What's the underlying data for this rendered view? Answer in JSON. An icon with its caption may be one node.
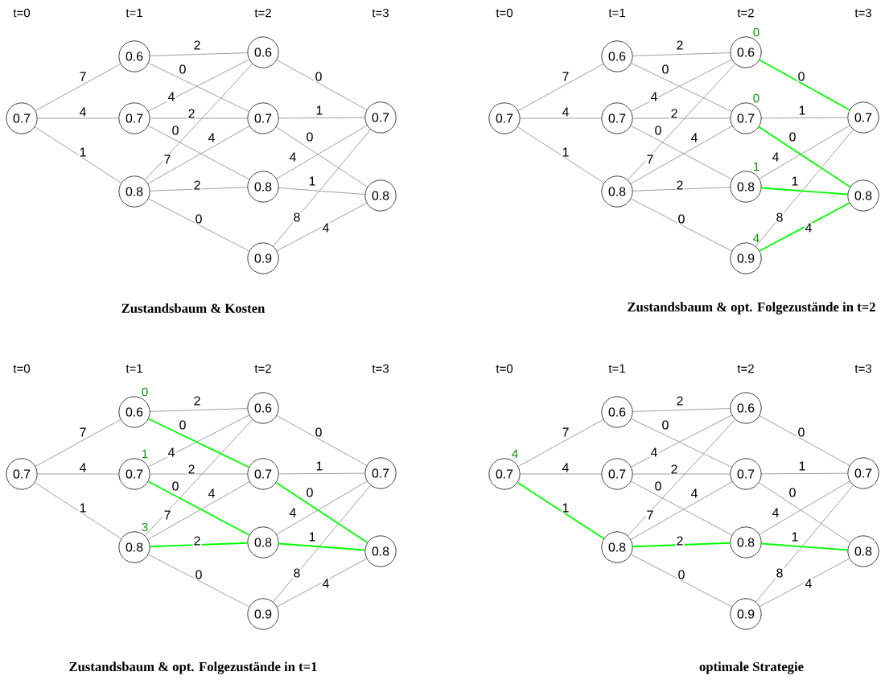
{
  "diagram": {
    "nodes": [
      {
        "text": [
          "0.7"
        ]
      },
      {
        "text": [
          "0.6"
        ]
      },
      {
        "text": [
          "0.7"
        ]
      },
      {
        "text": [
          "0.8"
        ]
      },
      {
        "text": [
          "0.6"
        ]
      },
      {
        "text": [
          "0.7"
        ]
      },
      {
        "text": [
          "0.8"
        ]
      },
      {
        "text": [
          "0.9"
        ]
      },
      {
        "text": [
          "0.7"
        ]
      },
      {
        "text": [
          "0.8"
        ]
      },
      {
        "text": [
          "0.7"
        ]
      },
      {
        "text": [
          "0.6"
        ]
      },
      {
        "text": [
          "0.7"
        ]
      },
      {
        "text": [
          "0.8"
        ]
      },
      {
        "text": [
          "0.6"
        ],
        "beside": [
          "0"
        ]
      },
      {
        "text": [
          "0.7"
        ],
        "beside": [
          "0"
        ]
      },
      {
        "text": [
          "0.8"
        ],
        "beside": [
          "1"
        ]
      },
      {
        "text": [
          "0.9"
        ],
        "beside": [
          "4"
        ]
      },
      {
        "text": [
          "0.7"
        ]
      },
      {
        "text": [
          "0.8"
        ]
      },
      {
        "text": [
          "0.7"
        ]
      },
      {
        "text": [
          "0.6"
        ],
        "beside": [
          "0"
        ]
      },
      {
        "text": [
          "0.7"
        ],
        "beside": [
          "1"
        ]
      },
      {
        "text": [
          "0.8"
        ],
        "beside": [
          "3"
        ]
      },
      {
        "text": [
          "0.6"
        ]
      },
      {
        "text": [
          "0.7"
        ]
      },
      {
        "text": [
          "0.8"
        ]
      },
      {
        "text": [
          "0.9"
        ]
      },
      {
        "text": [
          "0.7"
        ]
      },
      {
        "text": [
          "0.8"
        ]
      },
      {
        "text": [
          "0.7"
        ],
        "beside": [
          "4"
        ]
      },
      {
        "text": [
          "0.6"
        ]
      },
      {
        "text": [
          "0.7"
        ]
      },
      {
        "text": [
          "0.8"
        ]
      },
      {
        "text": [
          "0.6"
        ]
      },
      {
        "text": [
          "0.7"
        ]
      },
      {
        "text": [
          "0.8"
        ]
      },
      {
        "text": [
          "0.9"
        ]
      },
      {
        "text": [
          "0.7"
        ]
      },
      {
        "text": [
          "0.8"
        ]
      }
    ],
    "edges": [
      {
        "from": 0,
        "to": 1,
        "label": "7",
        "arrow": "none"
      },
      {
        "from": 0,
        "to": 2,
        "label": "4",
        "arrow": "none"
      },
      {
        "from": 0,
        "to": 3,
        "label": "1",
        "arrow": "none"
      },
      {
        "from": 1,
        "to": 4,
        "label": "2",
        "arrow": "none"
      },
      {
        "from": 1,
        "to": 5,
        "label": "0",
        "arrow": "none"
      },
      {
        "from": 2,
        "to": 4,
        "label": "4",
        "arrow": "none"
      },
      {
        "from": 2,
        "to": 5,
        "label": "2",
        "arrow": "none"
      },
      {
        "from": 2,
        "to": 6,
        "label": "0",
        "arrow": "none"
      },
      {
        "from": 3,
        "to": 4,
        "label": "7",
        "arrow": "none"
      },
      {
        "from": 3,
        "to": 5,
        "label": "4",
        "arrow": "none"
      },
      {
        "from": 3,
        "to": 6,
        "label": "2",
        "arrow": "none"
      },
      {
        "from": 3,
        "to": 7,
        "label": "0",
        "arrow": "none"
      },
      {
        "from": 4,
        "to": 8,
        "label": "0",
        "arrow": "none"
      },
      {
        "from": 5,
        "to": 8,
        "label": "1",
        "arrow": "none"
      },
      {
        "from": 5,
        "to": 9,
        "label": "0",
        "arrow": "none"
      },
      {
        "from": 6,
        "to": 8,
        "label": "4",
        "arrow": "none"
      },
      {
        "from": 6,
        "to": 9,
        "label": "1",
        "arrow": "none"
      },
      {
        "from": 7,
        "to": 8,
        "label": "8",
        "arrow": "none"
      },
      {
        "from": 7,
        "to": 9,
        "label": "4",
        "arrow": "none"
      },
      {
        "from": 10,
        "to": 11,
        "label": "7",
        "arrow": "none"
      },
      {
        "from": 10,
        "to": 12,
        "label": "4",
        "arrow": "none"
      },
      {
        "from": 10,
        "to": 13,
        "label": "1",
        "arrow": "none"
      },
      {
        "from": 11,
        "to": 14,
        "label": "2",
        "arrow": "none"
      },
      {
        "from": 11,
        "to": 15,
        "label": "0",
        "arrow": "none"
      },
      {
        "from": 12,
        "to": 14,
        "label": "4",
        "arrow": "none"
      },
      {
        "from": 12,
        "to": 15,
        "label": "2",
        "arrow": "none"
      },
      {
        "from": 12,
        "to": 16,
        "label": "0",
        "arrow": "none"
      },
      {
        "from": 13,
        "to": 14,
        "label": "7",
        "arrow": "none"
      },
      {
        "from": 13,
        "to": 15,
        "label": "4",
        "arrow": "none"
      },
      {
        "from": 13,
        "to": 16,
        "label": "2",
        "arrow": "none"
      },
      {
        "from": 13,
        "to": 17,
        "label": "0",
        "arrow": "none"
      },
      {
        "from": 14,
        "to": 18,
        "label": "0",
        "arrow": "none",
        "color": "#00ff00"
      },
      {
        "from": 15,
        "to": 18,
        "label": "1",
        "arrow": "none"
      },
      {
        "from": 15,
        "to": 19,
        "label": "0",
        "arrow": "none",
        "color": "#00ff00"
      },
      {
        "from": 16,
        "to": 18,
        "label": "4",
        "arrow": "none"
      },
      {
        "from": 16,
        "to": 19,
        "label": "1",
        "arrow": "none",
        "color": "#00ff00"
      },
      {
        "from": 17,
        "to": 18,
        "label": "8",
        "arrow": "none"
      },
      {
        "from": 17,
        "to": 19,
        "label": "4",
        "arrow": "none",
        "color": "#00ff00"
      },
      {
        "from": 20,
        "to": 21,
        "label": "7",
        "arrow": "none"
      },
      {
        "from": 20,
        "to": 22,
        "label": "4",
        "arrow": "none"
      },
      {
        "from": 20,
        "to": 23,
        "label": "1",
        "arrow": "none"
      },
      {
        "from": 21,
        "to": 24,
        "label": "2",
        "arrow": "none"
      },
      {
        "from": 21,
        "to": 25,
        "label": "0",
        "arrow": "none",
        "color": "#00ff00"
      },
      {
        "from": 22,
        "to": 24,
        "label": "4",
        "arrow": "none"
      },
      {
        "from": 22,
        "to": 25,
        "label": "2",
        "arrow": "none"
      },
      {
        "from": 22,
        "to": 26,
        "label": "0",
        "arrow": "none",
        "color": "#00ff00"
      },
      {
        "from": 23,
        "to": 24,
        "label": "7",
        "arrow": "none"
      },
      {
        "from": 23,
        "to": 25,
        "label": "4",
        "arrow": "none"
      },
      {
        "from": 23,
        "to": 26,
        "label": "2",
        "arrow": "none",
        "color": "#00ff00"
      },
      {
        "from": 23,
        "to": 27,
        "label": "0",
        "arrow": "none"
      },
      {
        "from": 24,
        "to": 28,
        "label": "0",
        "arrow": "none"
      },
      {
        "from": 25,
        "to": 28,
        "label": "1",
        "arrow": "none"
      },
      {
        "from": 25,
        "to": 29,
        "label": "0",
        "arrow": "none",
        "color": "#00ff00"
      },
      {
        "from": 26,
        "to": 28,
        "label": "4",
        "arrow": "none"
      },
      {
        "from": 26,
        "to": 29,
        "label": "1",
        "arrow": "none",
        "color": "#00ff00"
      },
      {
        "from": 27,
        "to": 28,
        "label": "8",
        "arrow": "none"
      },
      {
        "from": 27,
        "to": 29,
        "label": "4",
        "arrow": "none"
      },
      {
        "from": 30,
        "to": 31,
        "label": "7",
        "arrow": "none"
      },
      {
        "from": 30,
        "to": 32,
        "label": "4",
        "arrow": "none"
      },
      {
        "from": 30,
        "to": 33,
        "label": "1",
        "arrow": "none",
        "color": "#00ff00"
      },
      {
        "from": 31,
        "to": 34,
        "label": "2",
        "arrow": "none"
      },
      {
        "from": 31,
        "to": 35,
        "label": "0",
        "arrow": "none"
      },
      {
        "from": 32,
        "to": 34,
        "label": "4",
        "arrow": "none"
      },
      {
        "from": 32,
        "to": 35,
        "label": "2",
        "arrow": "none"
      },
      {
        "from": 32,
        "to": 36,
        "label": "0",
        "arrow": "none"
      },
      {
        "from": 33,
        "to": 34,
        "label": "7",
        "arrow": "none"
      },
      {
        "from": 33,
        "to": 35,
        "label": "4",
        "arrow": "none"
      },
      {
        "from": 33,
        "to": 36,
        "label": "2",
        "arrow": "none",
        "color": "#00ff00"
      },
      {
        "from": 33,
        "to": 37,
        "label": "0",
        "arrow": "none"
      },
      {
        "from": 34,
        "to": 38,
        "label": "0",
        "arrow": "none"
      },
      {
        "from": 35,
        "to": 38,
        "label": "1",
        "arrow": "none"
      },
      {
        "from": 35,
        "to": 39,
        "label": "0",
        "arrow": "none"
      },
      {
        "from": 36,
        "to": 38,
        "label": "4",
        "arrow": "none"
      },
      {
        "from": 36,
        "to": 39,
        "label": "1",
        "arrow": "none",
        "color": "#00ff00"
      },
      {
        "from": 37,
        "to": 38,
        "label": "8",
        "arrow": "none"
      },
      {
        "from": 37,
        "to": 39,
        "label": "4",
        "arrow": "none"
      }
    ],
    "labels": [
      "t=0",
      "t=1",
      "t=2",
      "t=3",
      "t=0",
      "t=1",
      "t=2",
      "t=3",
      "Zustandsbaum & Kosten",
      "Zustandsbaum & opt. Folgezustände in t=2",
      "t=0",
      "t=1",
      "t=2",
      "t=3",
      "t=0",
      "t=1",
      "t=2",
      "t=3",
      "Zustandsbaum & opt. Folgezustände in t=1",
      "optimale Strategie"
    ]
  }
}
